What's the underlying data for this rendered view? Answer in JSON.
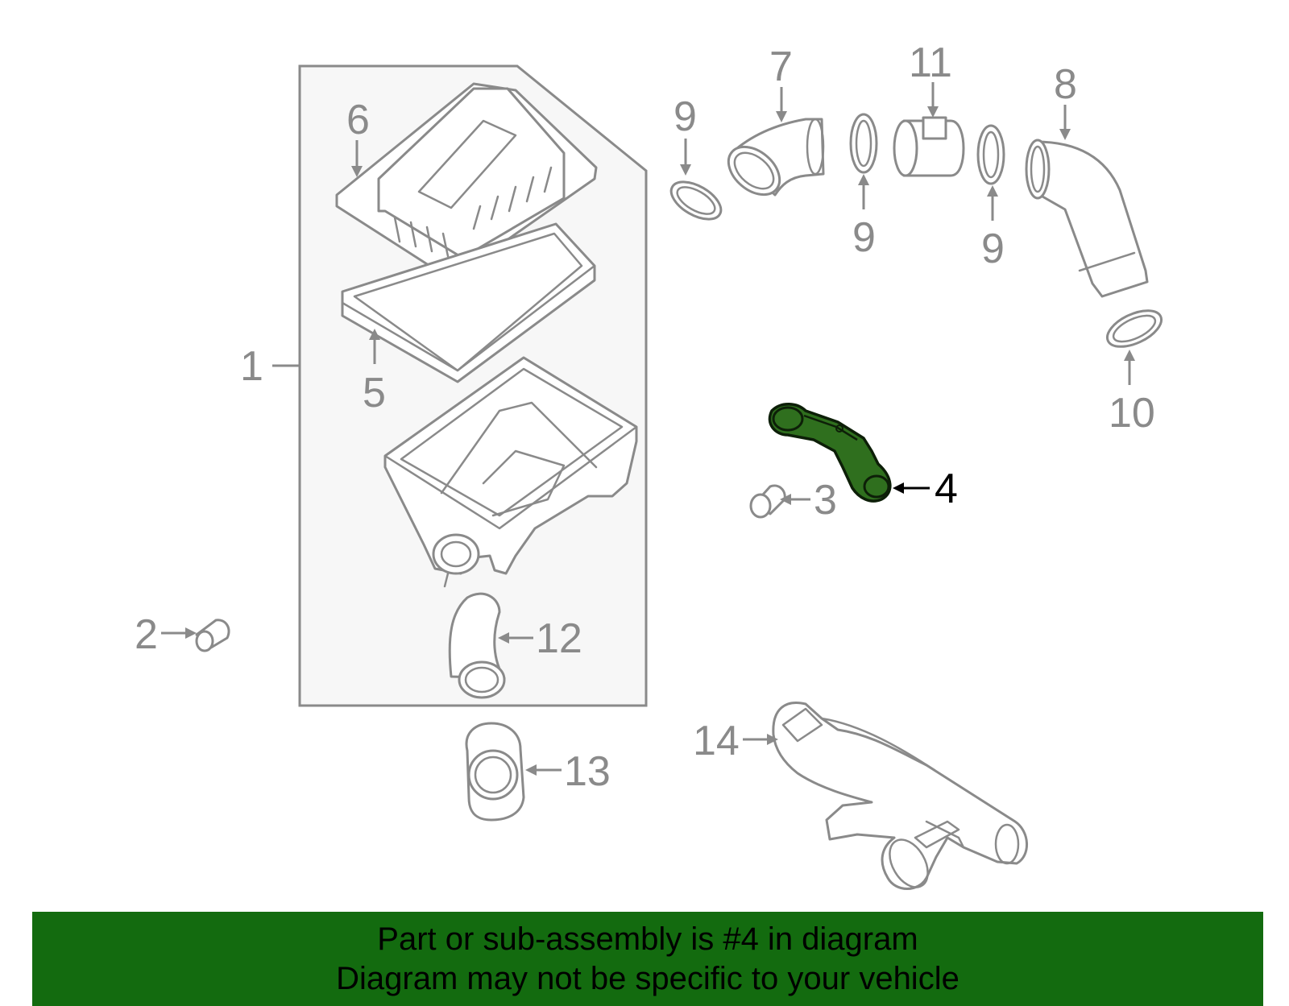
{
  "diagram": {
    "callouts": {
      "p1": "1",
      "p2": "2",
      "p3": "3",
      "p4": "4",
      "p5": "5",
      "p6": "6",
      "p7": "7",
      "p8": "8",
      "p9a": "9",
      "p9b": "9",
      "p9c": "9",
      "p10": "10",
      "p11": "11",
      "p12": "12",
      "p13": "13",
      "p14": "14"
    },
    "highlighted_part": "4"
  },
  "colors": {
    "highlight": "#2f6f1e",
    "banner": "#136b0f",
    "outline": "#8a8a8a",
    "assembly_fill": "#f7f7f7"
  },
  "banner": {
    "line1": "Part or sub-assembly is #4 in diagram",
    "line2": "Diagram may not be specific to your vehicle"
  }
}
